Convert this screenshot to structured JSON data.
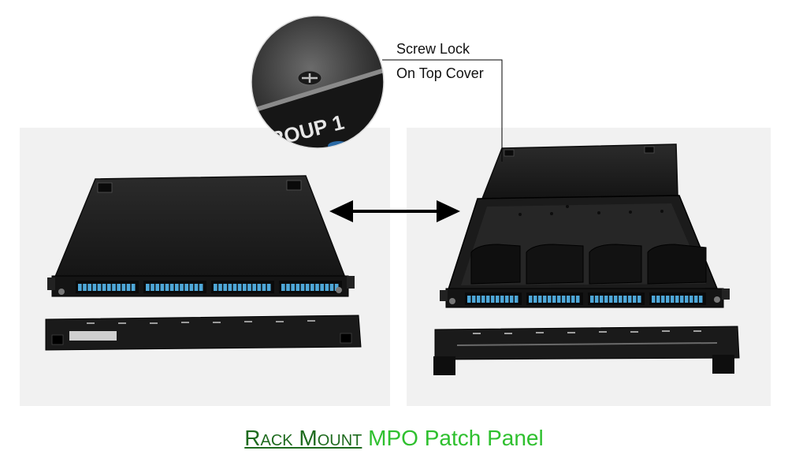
{
  "callout": {
    "line1": "Screw Lock",
    "line2": "On Top Cover"
  },
  "zoom_label": "ROUP 1",
  "caption": {
    "part1": "Rack Mount",
    "part2": "MPO Patch Panel"
  },
  "colors": {
    "caption_dark_green": "#1f6b1f",
    "caption_bright_green": "#2fc02f",
    "panel_black": "#1c1c1c",
    "port_blue": "#4ea7d8"
  },
  "icons": [
    "double-arrow-icon",
    "screw-icon"
  ]
}
